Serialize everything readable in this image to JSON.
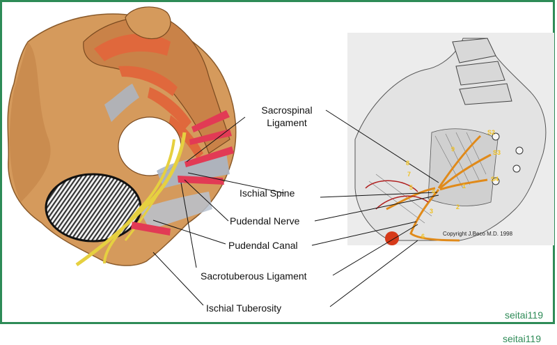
{
  "labels": {
    "sacrospinal_line1": "Sacrospinal",
    "sacrospinal_line2": "Ligament",
    "ischial_spine": "Ischial Spine",
    "pudendal_nerve": "Pudendal Nerve",
    "pudendal_canal": "Pudendal Canal",
    "sacrotuberous": "Sacrotuberous Ligament",
    "ischial_tuberosity": "Ischial Tuberosity"
  },
  "copyright": "Copyright J.Beco M.D. 1998",
  "watermark": "seitai119",
  "watermark_outer": "seitai119",
  "right_numbers": {
    "s2": "S2",
    "s3": "S3",
    "s4": "S4",
    "n1": "1",
    "n2": "2",
    "n3": "3",
    "n4": "4",
    "n5": "5",
    "n6": "6",
    "n7": "7",
    "n8": "8",
    "n9": "9"
  },
  "colors": {
    "frame": "#2e8b57",
    "bone": "#d89a5a",
    "marrow": "#e0683c",
    "nerve": "#e6d040",
    "arrow": "#e23a55",
    "sketch_bg": "#ececec",
    "orange_nerve": "#e08a1a"
  }
}
